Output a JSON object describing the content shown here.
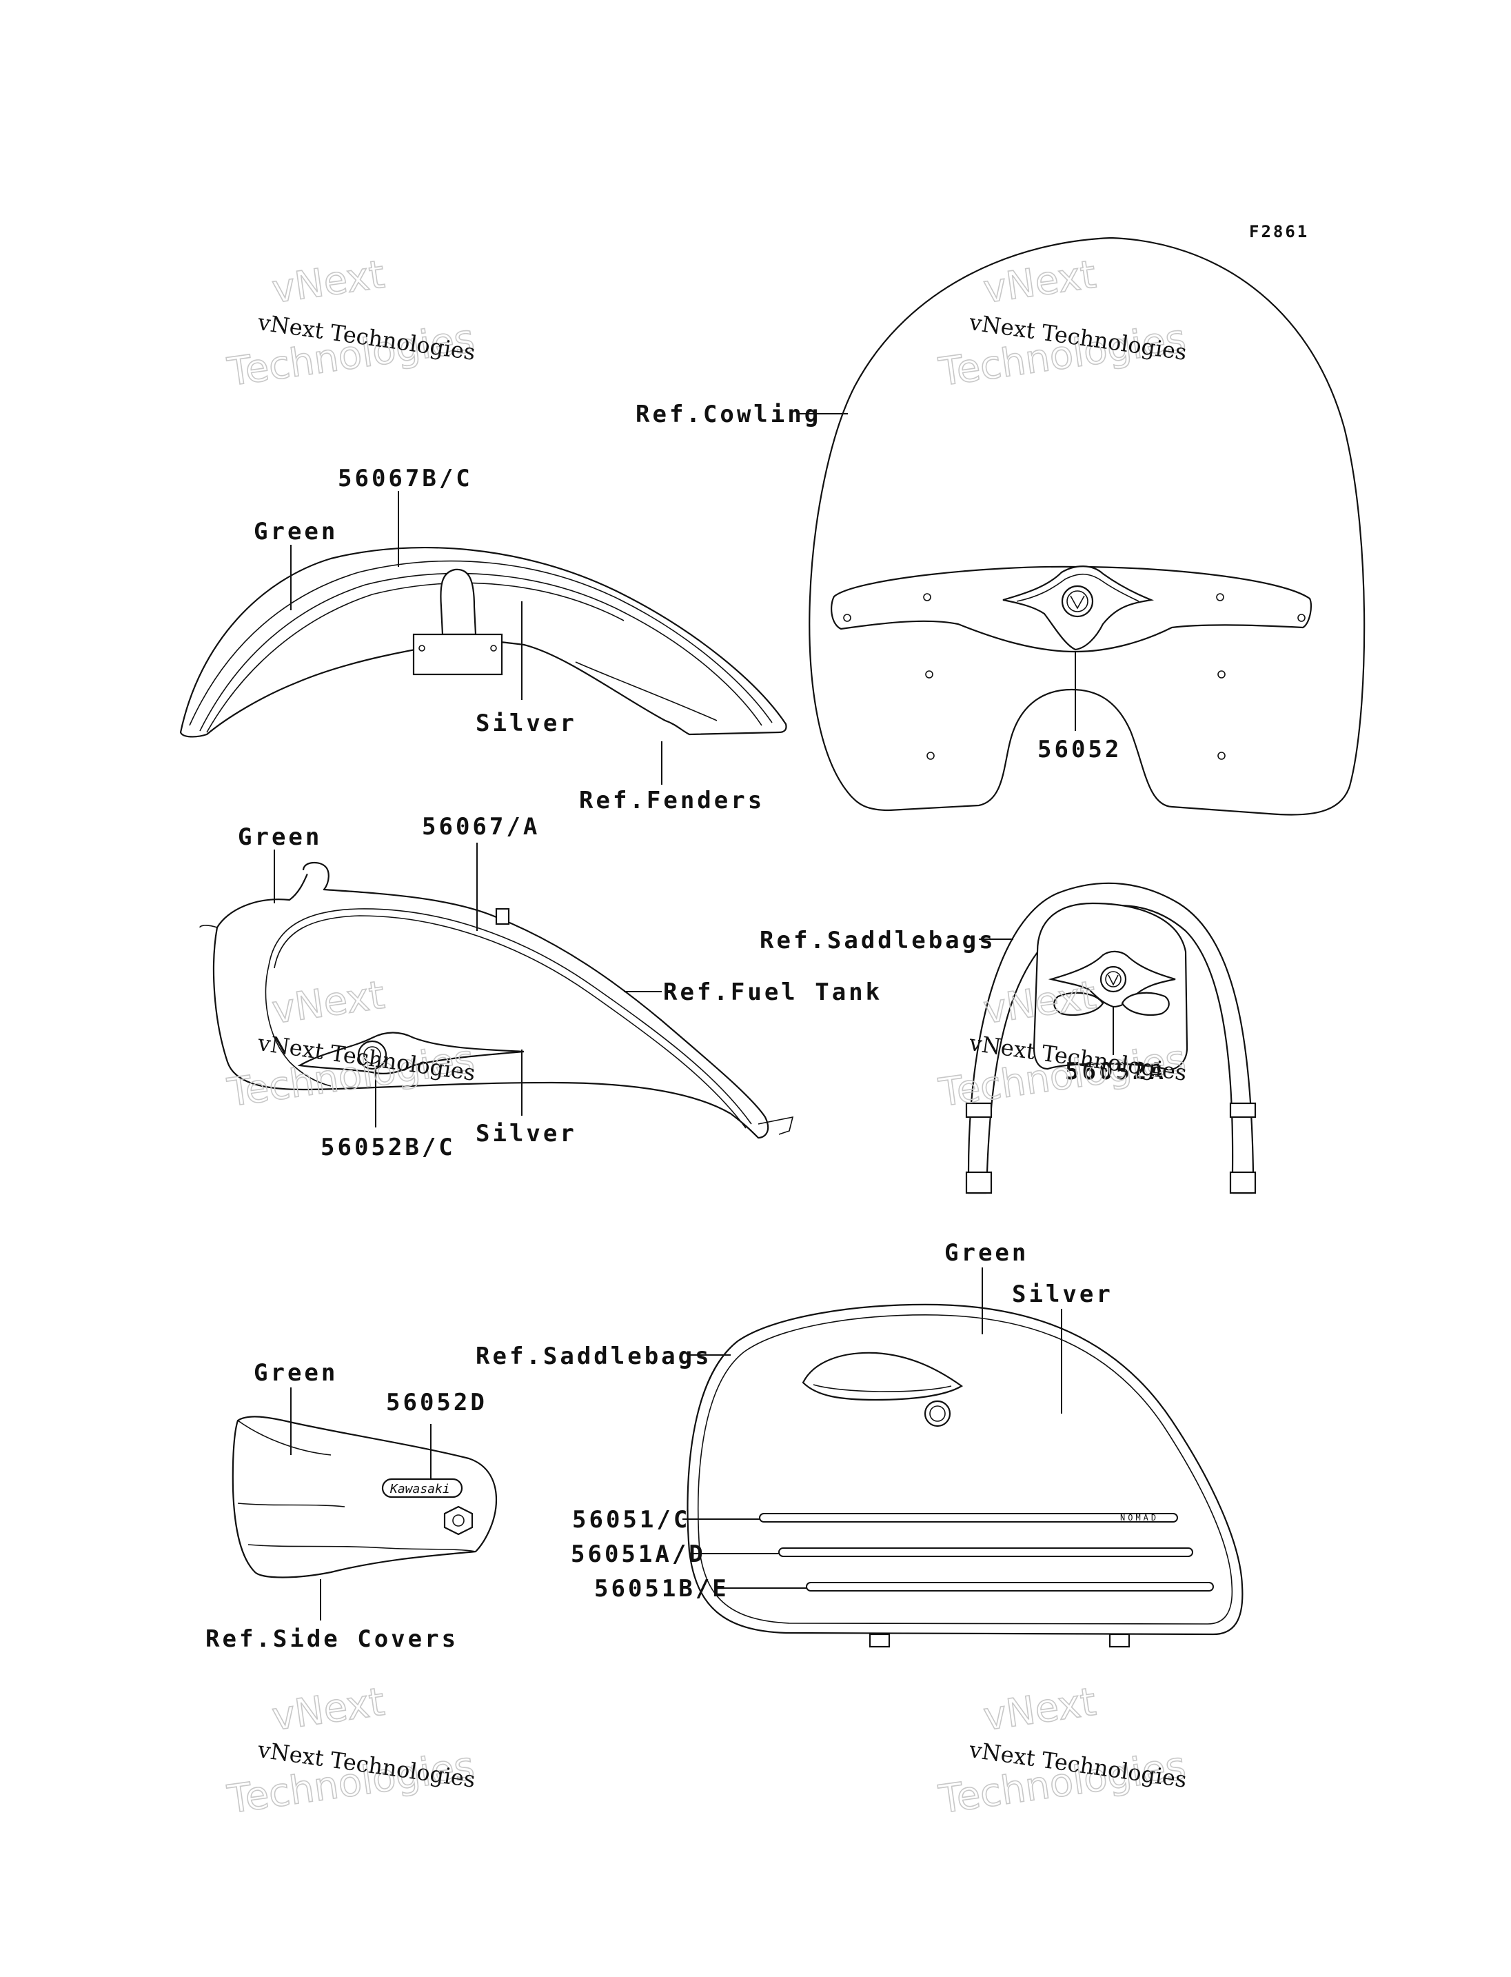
{
  "diagram_code": "F2861",
  "watermark": {
    "line1": "vNext Technologies",
    "line2": "Technologies",
    "line3": "vNext"
  },
  "labels": {
    "ref_cowling": "Ref.Cowling",
    "part_56067bc": "56067B/C",
    "green_fender": "Green",
    "silver_fender": "Silver",
    "ref_fenders": "Ref.Fenders",
    "part_56052_windshield": "56052",
    "green_tank": "Green",
    "part_56067a": "56067/A",
    "ref_fuel_tank": "Ref.Fuel Tank",
    "part_56052bc": "56052B/C",
    "silver_tank": "Silver",
    "ref_saddlebags_backrest": "Ref.Saddlebags",
    "part_56052a": "56052A",
    "green_saddlebag": "Green",
    "silver_saddlebag": "Silver",
    "ref_saddlebags": "Ref.Saddlebags",
    "part_56051c": "56051/C",
    "part_56051ad": "56051A/D",
    "part_56051be": "56051B/E",
    "green_sidecover": "Green",
    "part_56052d": "56052D",
    "ref_side_covers": "Ref.Side Covers",
    "kawasaki_emblem": "Kawasaki",
    "nomad_emblem": "NOMAD"
  }
}
